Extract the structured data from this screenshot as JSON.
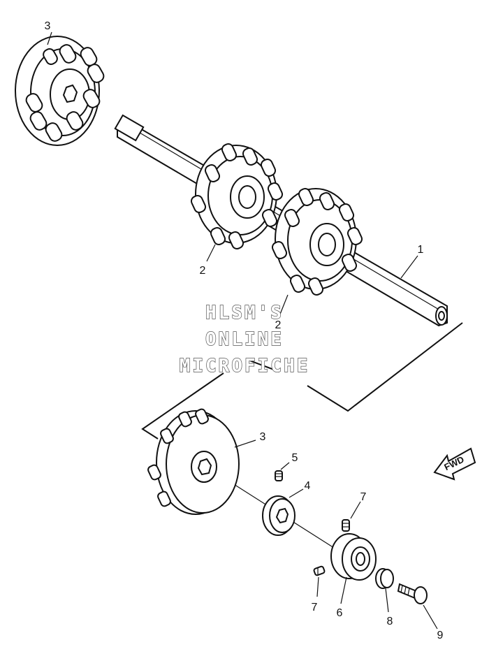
{
  "labels": {
    "shaft": "1",
    "sprocket_left": "2",
    "sprocket_right": "2",
    "wheel_top": "3",
    "wheel_bottom": "3",
    "screw_upper": "5",
    "collar": "4",
    "screw_right": "7",
    "screw_left": "7",
    "bearing": "6",
    "nut": "8",
    "bolt": "9"
  },
  "watermark": {
    "line1": "HLSM'S",
    "line2": "ONLINE",
    "line3": "MICROFICHE"
  },
  "direction_marker": {
    "text": "FWD"
  }
}
